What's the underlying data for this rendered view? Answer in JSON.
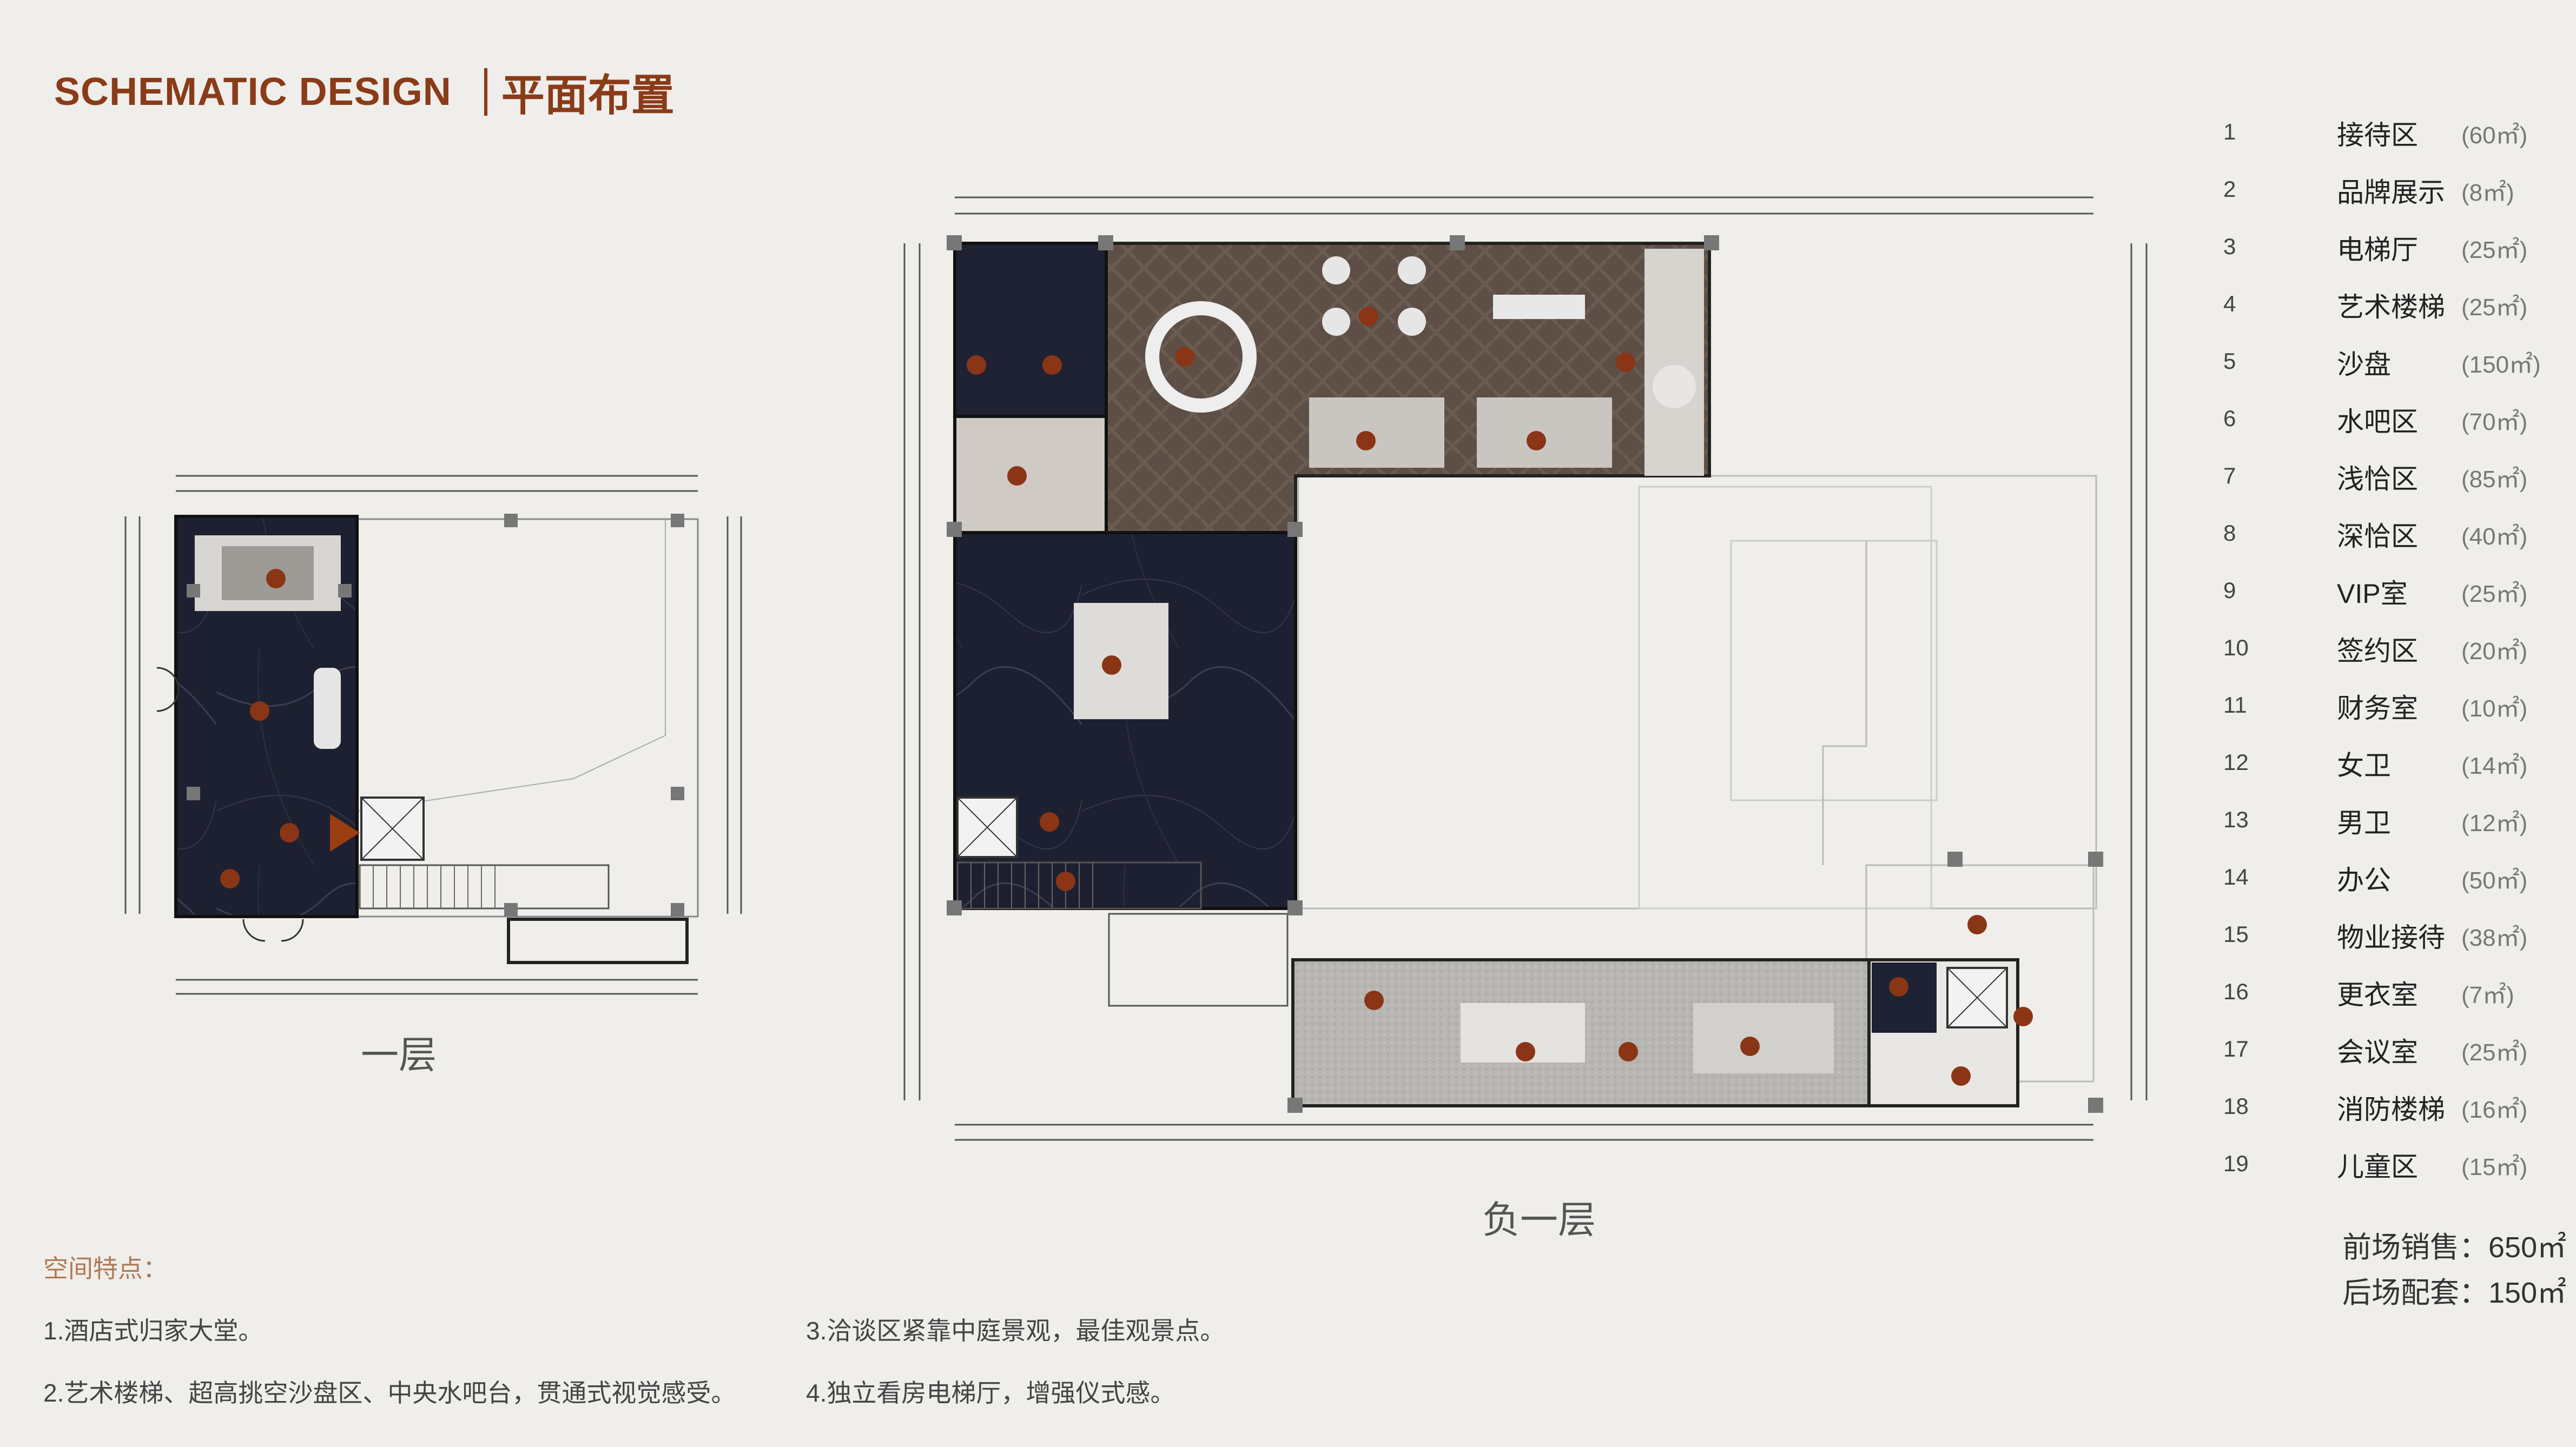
{
  "header": {
    "title_en": "SCHEMATIC DESIGN",
    "title_cn": "平面布置"
  },
  "plans": {
    "floor1_label": "一层",
    "floorb1_label": "负一层"
  },
  "legend": [
    {
      "num": "1",
      "name": "接待区",
      "area": "(60㎡)"
    },
    {
      "num": "2",
      "name": "品牌展示",
      "area": "(8㎡)"
    },
    {
      "num": "3",
      "name": "电梯厅",
      "area": "(25㎡)"
    },
    {
      "num": "4",
      "name": "艺术楼梯",
      "area": "(25㎡)"
    },
    {
      "num": "5",
      "name": "沙盘",
      "area": "(150㎡)"
    },
    {
      "num": "6",
      "name": "水吧区",
      "area": "(70㎡)"
    },
    {
      "num": "7",
      "name": "浅恰区",
      "area": "(85㎡)"
    },
    {
      "num": "8",
      "name": "深恰区",
      "area": "(40㎡)"
    },
    {
      "num": "9",
      "name": "VIP室",
      "area": "(25㎡)"
    },
    {
      "num": "10",
      "name": "签约区",
      "area": "(20㎡)"
    },
    {
      "num": "11",
      "name": "财务室",
      "area": "(10㎡)"
    },
    {
      "num": "12",
      "name": "女卫",
      "area": "(14㎡)"
    },
    {
      "num": "13",
      "name": "男卫",
      "area": "(12㎡)"
    },
    {
      "num": "14",
      "name": "办公",
      "area": "(50㎡)"
    },
    {
      "num": "15",
      "name": "物业接待",
      "area": "(38㎡)"
    },
    {
      "num": "16",
      "name": "更衣室",
      "area": "(7㎡)"
    },
    {
      "num": "17",
      "name": "会议室",
      "area": "(25㎡)"
    },
    {
      "num": "18",
      "name": "消防楼梯",
      "area": "(16㎡)"
    },
    {
      "num": "19",
      "name": "儿童区",
      "area": "(15㎡)"
    }
  ],
  "summary": {
    "front": "前场销售：650㎡",
    "back": "后场配套：150㎡"
  },
  "features": {
    "title": "空间特点：",
    "items": [
      "1.酒店式归家大堂。",
      "2.艺术楼梯、超高挑空沙盘区、中央水吧台，贯通式视觉感受。",
      "3.洽谈区紧靠中庭景观，最佳观景点。",
      "4.独立看房电梯厅，增强仪式感。"
    ]
  },
  "colors": {
    "accent": "#8a3b18",
    "marble": "#1f2233",
    "wood": "#5e5047",
    "carpet": "#b9b7b4",
    "marker": "#8a3516"
  }
}
